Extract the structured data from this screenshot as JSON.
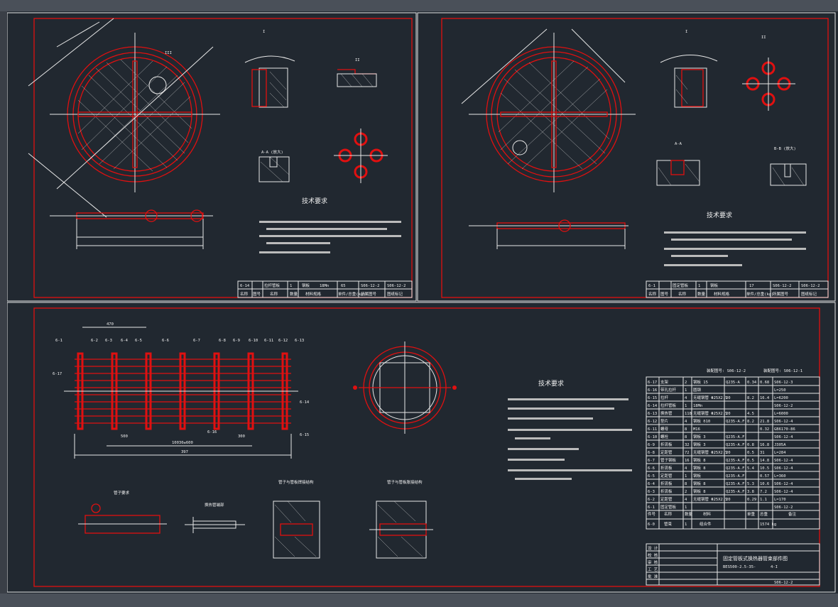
{
  "sheet_left": {
    "section_labels": [
      "I",
      "II",
      "III",
      "A-A (放大)"
    ],
    "tech_title": "技术要求",
    "title_block": {
      "row1": [
        "6-14",
        "拉杆管板",
        "1",
        "钢板",
        "18Mn",
        "65",
        "S06-12-2",
        "S06-12-2"
      ],
      "row2": [
        "名称",
        "图号",
        "名称",
        "数量",
        "材料规格",
        "单件/总重(kg)",
        "所属图号",
        "图纸标记"
      ]
    }
  },
  "sheet_right": {
    "section_labels": [
      "I",
      "II",
      "A-A",
      "B-B (放大)"
    ],
    "tech_title": "技术要求",
    "title_block": {
      "row1": [
        "6-1",
        "固定管板",
        "1",
        "钢板",
        "17",
        "S06-12-2",
        "S06-12-2"
      ],
      "row2": [
        "名称",
        "图号",
        "名称",
        "数量",
        "材料规格",
        "单件/总重(kg)",
        "所属图号",
        "图纸标记"
      ]
    }
  },
  "sheet_bottom": {
    "tech_title": "技术要求",
    "detail_titles": [
      "管子要求",
      "换热管端部",
      "管子与管板焊接结构",
      "管子与管板胀接结构"
    ],
    "callouts": [
      "6-1",
      "6-2",
      "6-3",
      "6-4",
      "6-5",
      "6-6",
      "6-7",
      "6-8",
      "6-9",
      "6-10",
      "6-11",
      "6-12",
      "6-13",
      "6-14",
      "6-15",
      "6-16",
      "6-17"
    ],
    "dims": [
      "470",
      "10030±600",
      "300",
      "500",
      "397"
    ],
    "parts_header": [
      "装配图号: S06-12-2",
      "装配图号: S06-12-1"
    ],
    "parts_rows": [
      [
        "6-17",
        "支架",
        "2",
        "钢板 15",
        "Q235-A",
        "0.34",
        "0.68",
        "S06-12-3"
      ],
      [
        "6-16",
        "带孔拉杆",
        "1",
        "圆钢",
        "",
        "",
        "",
        "L=250"
      ],
      [
        "6-15",
        "拉杆",
        "4",
        "无缝钢管 Φ25X2.5",
        "20",
        "8.2",
        "16.4",
        "L=6200"
      ],
      [
        "6-14",
        "拉杆管板",
        "1",
        "18Mn",
        "",
        "",
        "",
        "S06-12-2"
      ],
      [
        "6-13",
        "换热管",
        "118",
        "无缝钢管 Φ25X2.5",
        "20",
        "4.5",
        "",
        "L=6000"
      ],
      [
        "6-12",
        "垫片",
        "4",
        "钢板 δ10",
        "Q235-A.F",
        "8.2",
        "21.8",
        "S06-12-4"
      ],
      [
        "6-11",
        "螺母",
        "8",
        "M16",
        "",
        "",
        "0.32",
        "GB6170-86"
      ],
      [
        "6-10",
        "螺栓",
        "8",
        "钢板 3",
        "Q235-A.F",
        "",
        "",
        "S06-12-4"
      ],
      [
        "6-9",
        "折流板",
        "32",
        "钢板 3",
        "Q235-A.F",
        "0.8",
        "16.8",
        "J305A"
      ],
      [
        "6-8",
        "定距管",
        "72",
        "无缝钢管 Φ25X2.5",
        "20",
        "0.5",
        "31",
        "L=284"
      ],
      [
        "6-7",
        "管子钢板",
        "16",
        "钢板 8",
        "Q235-A.F",
        "0.5",
        "14.8",
        "S06-12-4"
      ],
      [
        "6-6",
        "折流板",
        "4",
        "钢板 8",
        "Q235-A.F",
        "5.4",
        "10.5",
        "S06-12-4"
      ],
      [
        "6-5",
        "定距管",
        "1",
        "钢板",
        "Q235-A.F",
        "",
        "0.57",
        "L=360"
      ],
      [
        "6-4",
        "折流板",
        "8",
        "钢板 8",
        "Q235-A.F",
        "5.3",
        "10.6",
        "S06-12-4"
      ],
      [
        "6-3",
        "折流板",
        "2",
        "钢板 8",
        "Q235-A.F",
        "3.8",
        "7.2",
        "S06-12-4"
      ],
      [
        "6-2",
        "定距管",
        "4",
        "无缝钢管 Φ25X2.5",
        "20",
        "0.29",
        "1.1",
        "L=170"
      ],
      [
        "6-1",
        "固定管板",
        "1",
        "",
        "",
        "",
        "",
        "S06-12-2"
      ]
    ],
    "parts_footer": [
      "件号",
      "名称",
      "数量",
      "材料",
      "单重",
      "总重",
      "备注"
    ],
    "total_row": [
      "6-0",
      "管束",
      "1",
      "组合件",
      "",
      "1574 kg"
    ],
    "title_main": "固定管板式换热器管束部件图",
    "title_code": "BES500-2.5-35-",
    "title_code2": "4-I",
    "title_block_labels": [
      "设 计",
      "校 核",
      "审 核",
      "工 艺",
      "批 准"
    ],
    "drawing_no": "S06-12-2"
  }
}
